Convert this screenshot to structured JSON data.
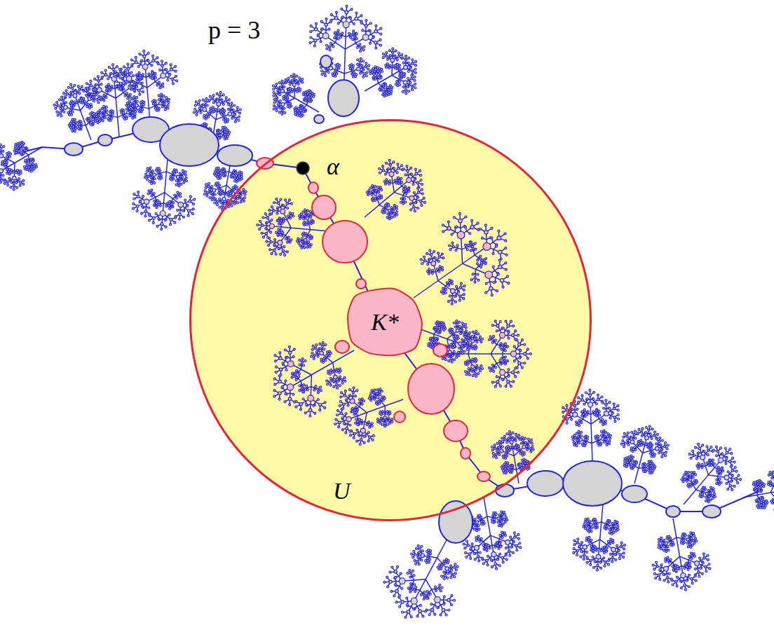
{
  "diagram": {
    "nodes": [
      {
        "text": [
          "U"
        ]
      },
      {
        "text": [
          "K*"
        ],
        "in": 0
      }
    ],
    "labels": [
      "p = 3",
      "α"
    ]
  }
}
